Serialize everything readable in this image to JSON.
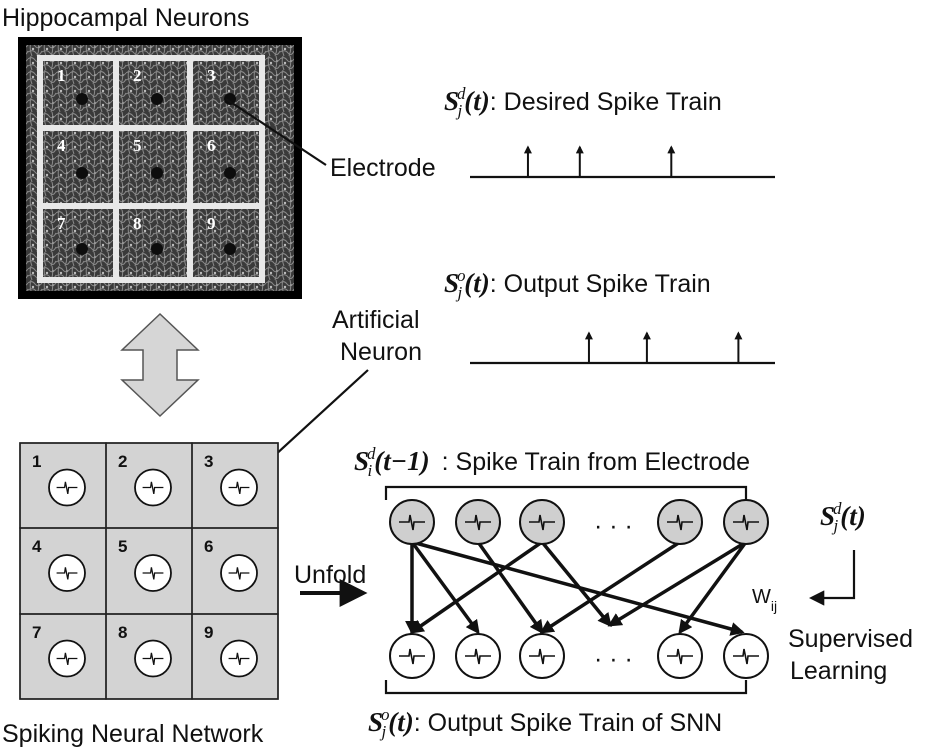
{
  "titles": {
    "top_left": "Hippocampal Neurons",
    "bottom_left": "Spiking Neural Network"
  },
  "labels": {
    "electrode": "Electrode",
    "artificial_1": "Artificial",
    "artificial_2": "Neuron",
    "unfold": "Unfold",
    "supervised_1": "Supervised",
    "supervised_2": "Learning",
    "weight": "W",
    "weight_sub": "ij"
  },
  "desired": {
    "sym": "S",
    "sub": "j",
    "sup": "d",
    "arg": "(t)",
    "text": ": Desired Spike Train"
  },
  "output": {
    "sym": "S",
    "sub": "j",
    "sup": "o",
    "arg": "(t)",
    "text": ": Output Spike Train"
  },
  "input_train": {
    "sym": "S",
    "sub": "i",
    "sup": "d",
    "arg": "(t−1)",
    "text": ": Spike Train from Electrode"
  },
  "snn_output": {
    "sym": "S",
    "sub": "j",
    "sup": "o",
    "arg": "(t)",
    "text": ": Output Spike Train of SNN"
  },
  "teacher": {
    "sym": "S",
    "sub": "j",
    "sup": "d",
    "arg": "(t)"
  },
  "grid_numbers": [
    "1",
    "2",
    "3",
    "4",
    "5",
    "6",
    "7",
    "8",
    "9"
  ],
  "ellipsis": "· · ·",
  "spikes": {
    "desired": [
      0.19,
      0.36,
      0.66
    ],
    "output": [
      0.39,
      0.58,
      0.88
    ]
  },
  "colors": {
    "dark_panel": "#2a2a2a",
    "light_cell": "#d3d3d3",
    "input_neuron": "#cfcfcf",
    "output_neuron": "#ffffff",
    "arrow_fill": "#d6d6d6"
  }
}
